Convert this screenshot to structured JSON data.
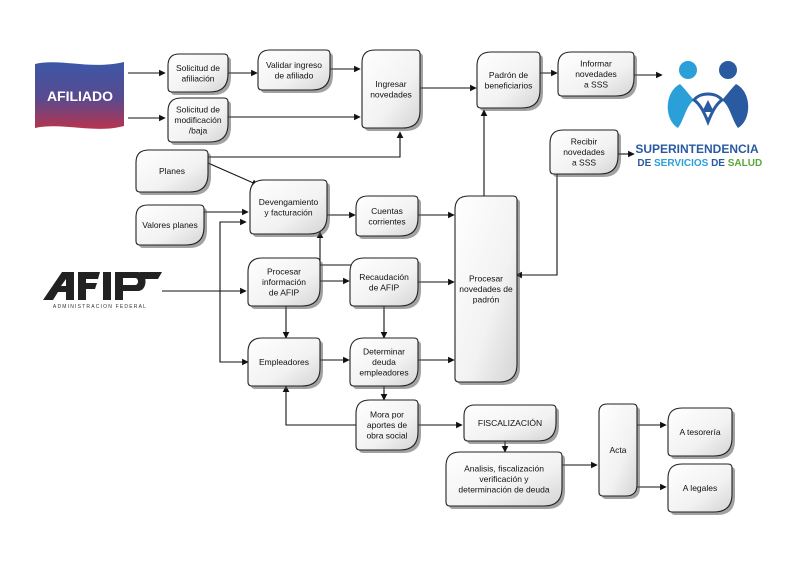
{
  "nodes": {
    "afiliado": "AFILIADO",
    "solicitud_afiliacion": [
      "Solicitud de",
      "afiliación"
    ],
    "validar_ingreso": [
      "Validar ingreso",
      "de afiliado"
    ],
    "ingresar_novedades": [
      "Ingresar",
      "novedades"
    ],
    "padron_beneficiarios": [
      "Padrón de",
      "beneficiarios"
    ],
    "informar_novedades": [
      "Informar",
      "novedades",
      "a SSS"
    ],
    "solicitud_modificacion": [
      "Solicitud de",
      "modificación",
      "/baja"
    ],
    "recibir_novedades": [
      "Recibir",
      "novedades",
      "a SSS"
    ],
    "planes": [
      "Planes"
    ],
    "devengamiento": [
      "Devengamiento",
      "y facturación"
    ],
    "valores_planes": [
      "Valores planes"
    ],
    "cuentas_corrientes": [
      "Cuentas",
      "corrientes"
    ],
    "procesar_padron": [
      "Procesar",
      "novedades de",
      "padrón"
    ],
    "procesar_afip": [
      "Procesar",
      "información",
      "de AFIP"
    ],
    "recaudacion": [
      "Recaudación",
      "de AFIP"
    ],
    "empleadores": [
      "Empleadores"
    ],
    "determinar_deuda": [
      "Determinar",
      "deuda",
      "empleadores"
    ],
    "mora": [
      "Mora por",
      "aportes de",
      "obra social"
    ],
    "fiscalizacion": [
      "FISCALIZACIÓN"
    ],
    "analisis": [
      "Analisis, fiscalización",
      "verificación y",
      "determinación de deuda"
    ],
    "acta": [
      "Acta"
    ],
    "tesoreria": [
      "A tesorería"
    ],
    "legales": [
      "A legales"
    ]
  },
  "logos": {
    "sss_line1": "SUPERINTENDENCIA",
    "sss_line2_a": "DE ",
    "sss_line2_b": "SERVICIOS",
    "sss_line2_c": " DE ",
    "sss_line2_d": "SALUD",
    "afip_mark": "AFIP",
    "afip_sub": "ADMINISTRACION FEDERAL"
  },
  "colors": {
    "afiliado_top": "#3b57a8",
    "afiliado_bottom": "#b8344e",
    "sss_blue": "#2a5aa0",
    "sss_cyan": "#2a9fd8",
    "sss_green": "#5aa83a"
  }
}
